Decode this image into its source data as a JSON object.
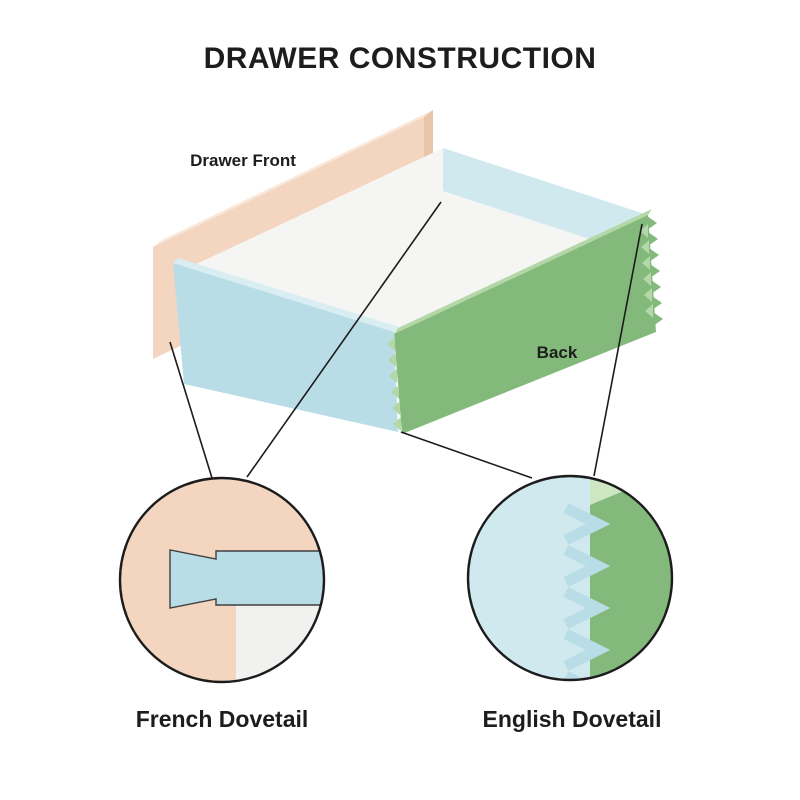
{
  "title": "DRAWER CONSTRUCTION",
  "drawer": {
    "front_label": "Drawer Front",
    "back_label": "Back"
  },
  "details": {
    "french_label": "French Dovetail",
    "english_label": "English Dovetail"
  },
  "colors": {
    "background": "#ffffff",
    "text": "#1d1d1d",
    "outline": "#1c1c1c",
    "front_panel": "#f3d5c0",
    "front_panel_top": "#f9e7d8",
    "front_panel_end": "#e8c4a9",
    "side_panel": "#b9dde6",
    "side_panel_light": "#d9eef3",
    "side_panel_inner": "#cfe9ef",
    "back_panel": "#83b97b",
    "back_panel_light": "#b3d7a7",
    "back_panel_pale": "#cfe6c3",
    "floor": "#f5f5f3",
    "detail_white": "#f1f1f0",
    "joint_stroke": "#3f3f3f"
  }
}
